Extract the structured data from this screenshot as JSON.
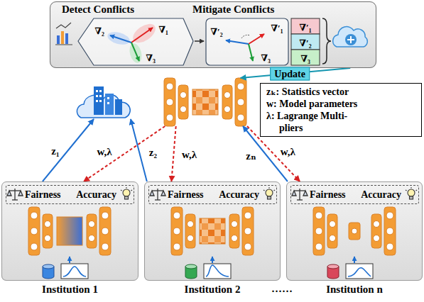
{
  "diagram": {
    "nodes": [
      {
        "text": [
          "Detect Conflicts",
          "Mitigate Conflicts"
        ]
      },
      {
        "text": []
      },
      {
        "text": []
      },
      {
        "text": [
          "zₖ: Statistics vector",
          "w: Model parameters",
          "λ: Lagrange Multi- pliers"
        ]
      },
      {
        "text": [
          "Institution 1"
        ]
      },
      {
        "text": [
          "Fairness",
          "Accuracy"
        ],
        "in": 4
      },
      {
        "text": [
          "Institution 2"
        ]
      },
      {
        "text": [
          "Fairness",
          "Accuracy"
        ],
        "in": 6
      },
      {
        "text": [
          "Institution n"
        ]
      },
      {
        "text": [
          "Fairness",
          "Accuracy"
        ],
        "in": 8
      }
    ],
    "edges": [
      {
        "from": 0,
        "to": 2,
        "label": "Update",
        "arrow": "to"
      },
      {
        "from": 4,
        "to": 1,
        "label": "z₁",
        "arrow": "to"
      },
      {
        "from": 2,
        "to": 4,
        "label": "w,λ",
        "arrow": "to"
      },
      {
        "from": 6,
        "to": 1,
        "label": "z₂",
        "arrow": "to"
      },
      {
        "from": 2,
        "to": 6,
        "label": "w,λ",
        "arrow": "to"
      },
      {
        "from": 8,
        "to": 2,
        "label": "zₙ",
        "arrow": "to"
      },
      {
        "from": 2,
        "to": 8,
        "label": "w,λ",
        "arrow": "to"
      }
    ],
    "labels": [
      "∇₂",
      "∇₁",
      "∇₃",
      "∇′₂",
      "∇′₁",
      "∇₃",
      "∇′₁",
      "∇′₂",
      "∇₃",
      "······"
    ]
  }
}
